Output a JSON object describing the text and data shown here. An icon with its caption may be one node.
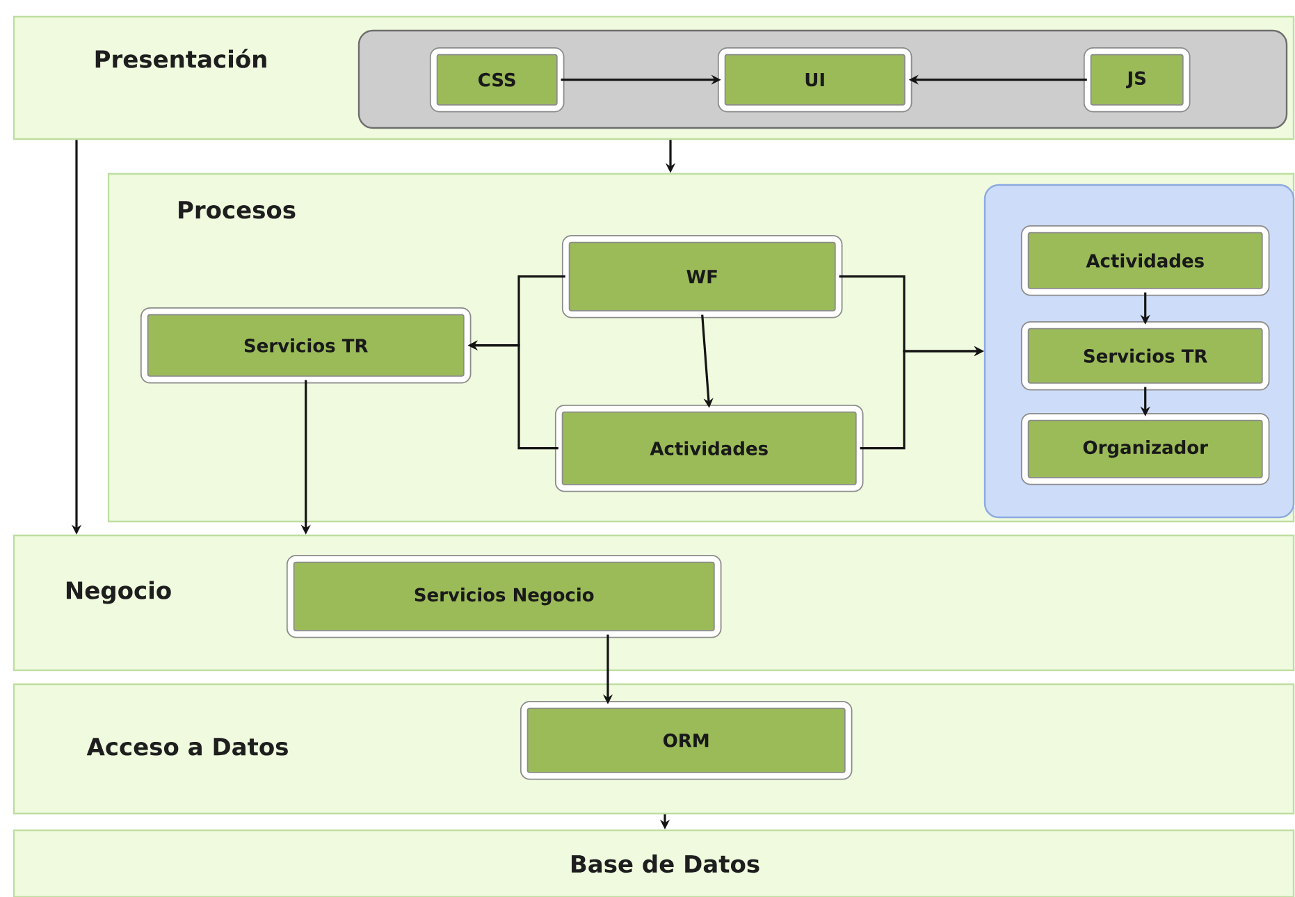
{
  "diagram": {
    "nodes": [
      {
        "text": [
          "Presentación"
        ]
      },
      {
        "text": [],
        "shape": "box",
        "in": 0
      },
      {
        "text": [
          "CSS"
        ],
        "in": 1
      },
      {
        "text": [
          "UI"
        ],
        "in": 1
      },
      {
        "text": [
          "JS"
        ],
        "in": 1
      },
      {
        "text": [
          "Procesos"
        ]
      },
      {
        "text": [
          "WF"
        ],
        "in": 5
      },
      {
        "text": [
          "Servicios TR"
        ],
        "in": 5
      },
      {
        "text": [
          "Actividades"
        ],
        "in": 5
      },
      {
        "text": [],
        "shape": "box",
        "in": 5
      },
      {
        "text": [
          "Actividades"
        ],
        "in": 9
      },
      {
        "text": [
          "Servicios TR"
        ],
        "in": 9
      },
      {
        "text": [
          "Organizador"
        ],
        "in": 9
      },
      {
        "text": [
          "Negocio"
        ]
      },
      {
        "text": [
          "Servicios Negocio"
        ],
        "in": 13
      },
      {
        "text": [
          "Acceso a Datos"
        ]
      },
      {
        "text": [
          "ORM"
        ],
        "in": 15
      },
      {
        "text": [
          "Base de Datos"
        ]
      }
    ],
    "edges": [
      {
        "from": 2,
        "to": 3,
        "arrow": "to"
      },
      {
        "from": 4,
        "to": 3,
        "arrow": "to"
      },
      {
        "from": 0,
        "to": 5,
        "arrow": "to"
      },
      {
        "from": 0,
        "to": 13,
        "arrow": "to"
      },
      {
        "from": 6,
        "to": 8,
        "arrow": "to"
      },
      {
        "from": 6,
        "to": 7,
        "arrow": "to"
      },
      {
        "from": 8,
        "to": 7,
        "arrow": "to"
      },
      {
        "from": 6,
        "to": 9,
        "arrow": "to"
      },
      {
        "from": 8,
        "to": 9,
        "arrow": "to"
      },
      {
        "from": 10,
        "to": 11,
        "arrow": "to"
      },
      {
        "from": 11,
        "to": 12,
        "arrow": "to"
      },
      {
        "from": 7,
        "to": 13,
        "arrow": "to"
      },
      {
        "from": 14,
        "to": 16,
        "arrow": "to"
      },
      {
        "from": 15,
        "to": 17,
        "arrow": "to"
      }
    ]
  }
}
